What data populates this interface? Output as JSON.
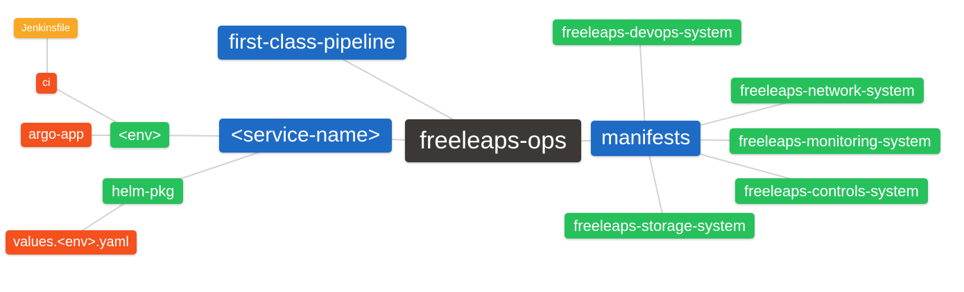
{
  "diagram": {
    "type": "mindmap",
    "root_label": "freeleaps-ops",
    "colors": {
      "background": "#ffffff",
      "edge": "#d2d2d2",
      "text": "#ffffff",
      "amber": "#f9a825",
      "orange_red": "#f4511e",
      "green": "#27c15c",
      "blue": "#1e6bc6",
      "dark": "#3b3835"
    },
    "nodes": {
      "jenkinsfile": {
        "label": "Jenkinsfile",
        "color": "amber"
      },
      "ci": {
        "label": "ci",
        "color": "orange_red"
      },
      "argo_app": {
        "label": "argo-app",
        "color": "orange_red"
      },
      "env": {
        "label": "<env>",
        "color": "green"
      },
      "service_name": {
        "label": "<service-name>",
        "color": "blue"
      },
      "first_class_pipeline": {
        "label": "first-class-pipeline",
        "color": "blue"
      },
      "freeleaps_ops": {
        "label": "freeleaps-ops",
        "color": "dark"
      },
      "manifests": {
        "label": "manifests",
        "color": "blue"
      },
      "devops_system": {
        "label": "freeleaps-devops-system",
        "color": "green"
      },
      "network_system": {
        "label": "freeleaps-network-system",
        "color": "green"
      },
      "monitoring_system": {
        "label": "freeleaps-monitoring-system",
        "color": "green"
      },
      "controls_system": {
        "label": "freeleaps-controls-system",
        "color": "green"
      },
      "storage_system": {
        "label": "freeleaps-storage-system",
        "color": "green"
      },
      "helm_pkg": {
        "label": "helm-pkg",
        "color": "green"
      },
      "values_env_yaml": {
        "label": "values.<env>.yaml",
        "color": "orange_red"
      }
    },
    "edges": [
      [
        "jenkinsfile",
        "ci"
      ],
      [
        "ci",
        "env"
      ],
      [
        "argo_app",
        "env"
      ],
      [
        "env",
        "service_name"
      ],
      [
        "helm_pkg",
        "service_name"
      ],
      [
        "values_env_yaml",
        "helm_pkg"
      ],
      [
        "service_name",
        "freeleaps_ops"
      ],
      [
        "first_class_pipeline",
        "freeleaps_ops"
      ],
      [
        "freeleaps_ops",
        "manifests"
      ],
      [
        "manifests",
        "devops_system"
      ],
      [
        "manifests",
        "network_system"
      ],
      [
        "manifests",
        "monitoring_system"
      ],
      [
        "manifests",
        "controls_system"
      ],
      [
        "manifests",
        "storage_system"
      ]
    ]
  }
}
